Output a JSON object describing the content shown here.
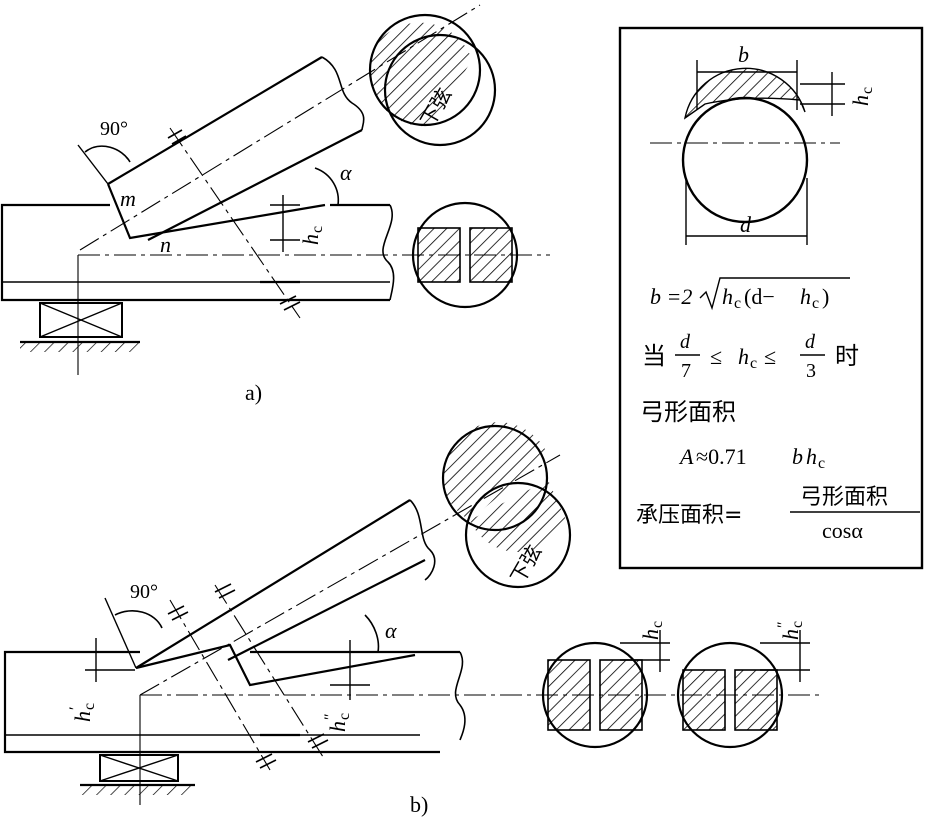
{
  "figure_a": {
    "label": "a)",
    "angle_90": "90°",
    "m": "m",
    "n": "n",
    "alpha": "α",
    "hc": "h",
    "hc_sub": "c",
    "lower_chord": "下弦"
  },
  "figure_b": {
    "label": "b)",
    "angle_90": "90°",
    "alpha": "α",
    "h": "h",
    "sub": "c",
    "prime": "′",
    "dprime": "″",
    "lower_chord": "下弦"
  },
  "formula_box": {
    "b": "b",
    "d": "d",
    "h": "h",
    "sub_c": "c",
    "formula_b_lhs": "b =2",
    "formula_b_open": "(",
    "formula_b_mid": "(d−",
    "formula_b_close": ")",
    "when": "当",
    "frac1_num": "d",
    "frac1_den": "7",
    "leq": "≤",
    "frac2_num": "d",
    "frac2_den": "3",
    "time": "时",
    "segment_area": "弓形面积",
    "area_formula_A": "A",
    "area_formula_rest": "≈0.71",
    "area_formula_b": "b",
    "bearing_area": "承压面积=",
    "frac_num": "弓形面积",
    "frac_den": "cosα"
  }
}
